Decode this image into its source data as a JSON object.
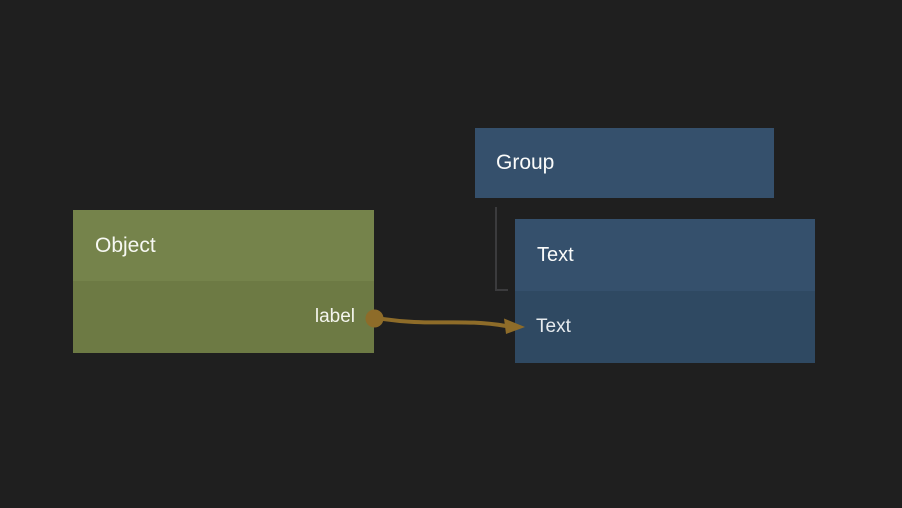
{
  "canvas": {
    "background_color": "#1f1f1f"
  },
  "nodes": {
    "object": {
      "title": "Object",
      "header_color": "#75834b",
      "body_color": "#6d7a44",
      "output_slot": {
        "label": "label",
        "port_color": "#8e6c29"
      }
    },
    "group": {
      "title": "Group",
      "color": "#35506c"
    },
    "text": {
      "title": "Text",
      "header_color": "#35506c",
      "child_row_color": "#2f4962",
      "child_row": {
        "label": "Text"
      }
    }
  },
  "connection": {
    "color": "#8e6c29"
  },
  "tree_connector": {
    "color": "#3b3b3d"
  }
}
